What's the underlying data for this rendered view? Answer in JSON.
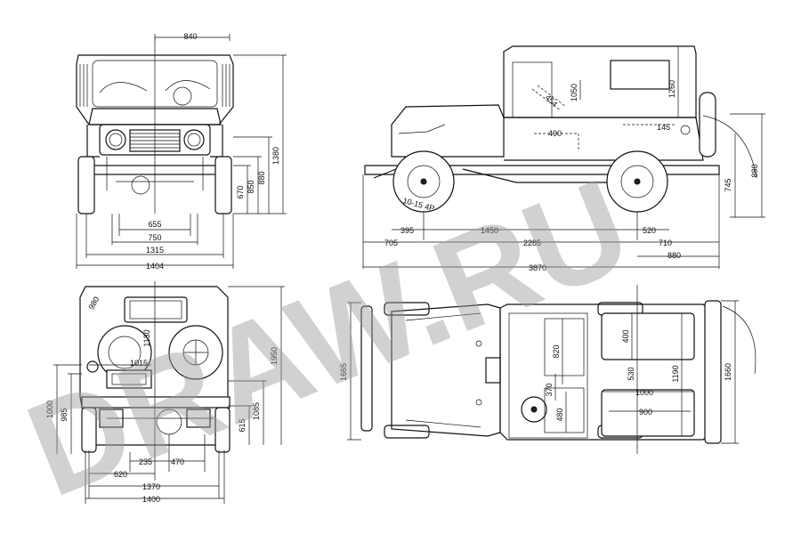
{
  "watermark": {
    "text": "DRAW.RU",
    "color": "#9a9a9a"
  },
  "front_view": {
    "dims": {
      "top_width": "840",
      "height_1380": "1380",
      "height_880": "880",
      "height_850": "850",
      "height_670": "670",
      "width_655": "655",
      "width_750": "750",
      "width_1315": "1315",
      "width_1404": "1404"
    }
  },
  "side_view": {
    "dims": {
      "d_1050": "1050",
      "d_1260": "1260",
      "d_454": "454",
      "d_490": "490",
      "d_145": "145",
      "d_880v": "880",
      "d_745": "745",
      "d_395": "395",
      "d_1450": "1450",
      "d_520": "520",
      "d_705": "705",
      "d_2285": "2285",
      "d_710": "710",
      "d_880h": "880",
      "d_3870": "3870"
    },
    "tire_label": "10-15 4P"
  },
  "rear_view": {
    "dims": {
      "d_980": "980",
      "d_1130": "1130",
      "d_1015": "1015",
      "d_1950": "1950",
      "d_1000": "1000",
      "d_985": "985",
      "d_1085": "1085",
      "d_615": "615",
      "d_235": "235",
      "d_470": "470",
      "d_620": "620",
      "d_1370": "1370",
      "d_1400": "1400"
    }
  },
  "top_view": {
    "dims": {
      "d_1665": "1665",
      "d_820": "820",
      "d_400": "400",
      "d_530": "530",
      "d_1190": "1190",
      "d_1660": "1660",
      "d_370": "370",
      "d_480": "480",
      "d_1000": "1000",
      "d_900": "900"
    }
  }
}
